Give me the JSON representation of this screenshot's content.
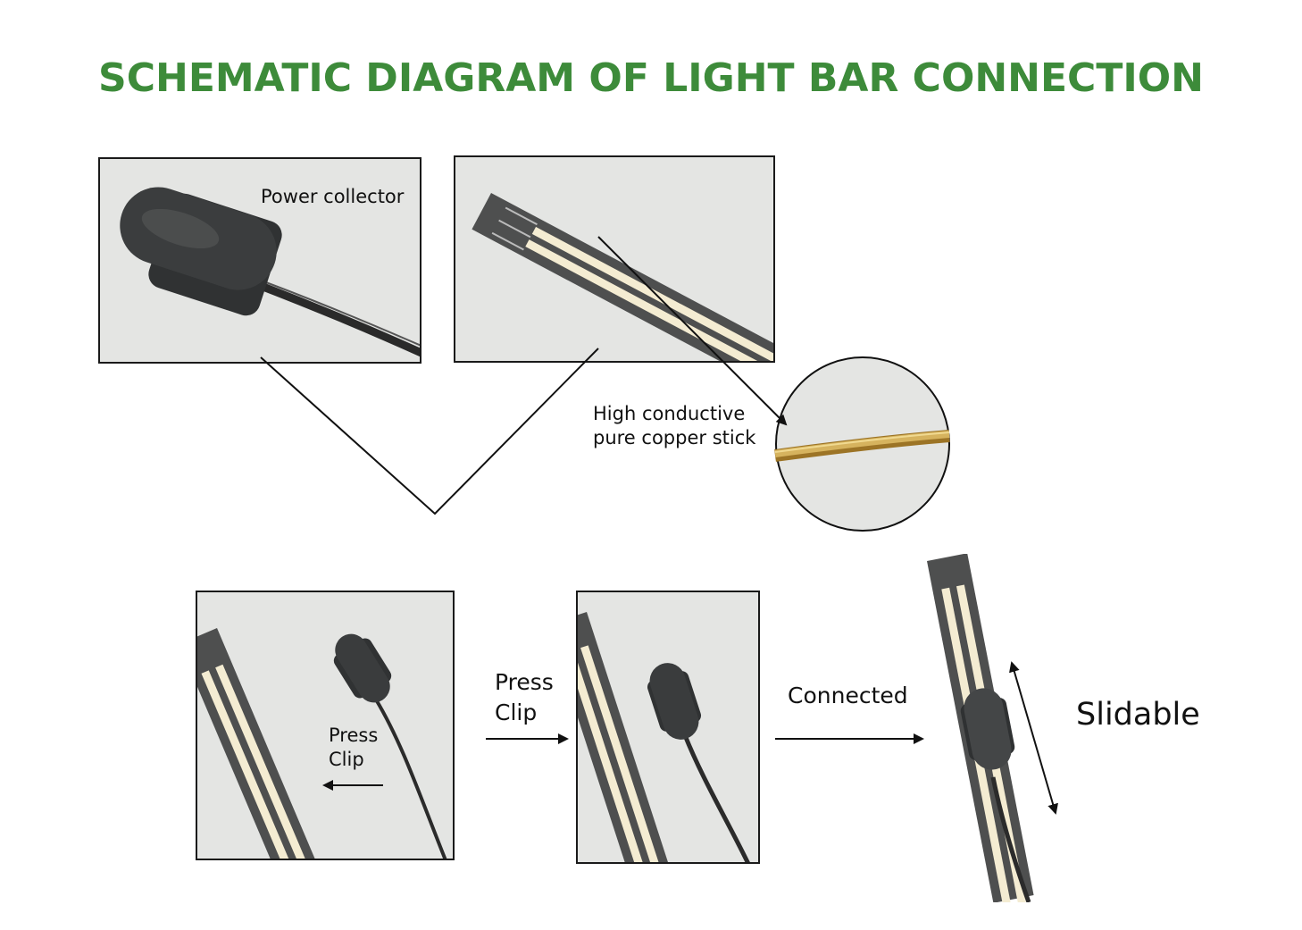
{
  "title": "SCHEMATIC DIAGRAM OF LIGHT BAR CONNECTION",
  "colors": {
    "title": "#3d8b3a",
    "panel_bg": "#e4e5e3",
    "copper": "#c9a04a",
    "bar_light": "#f3ecd2",
    "bar_frame": "#4a4a4a",
    "clip": "#3a3c3d"
  },
  "labels": {
    "power_collector": "Power collector",
    "copper_line1": "High conductive",
    "copper_line2": "pure copper stick",
    "press_clip_inner_1": "Press",
    "press_clip_inner_2": "Clip",
    "press_clip_1": "Press",
    "press_clip_2": "Clip",
    "connected": "Connected",
    "slidable": "Slidable"
  },
  "icons": {
    "power_collector": "power-collector-clip-icon",
    "light_bar": "light-bar-icon",
    "copper_stick": "copper-stick-icon",
    "arrow": "arrow-right-icon"
  }
}
